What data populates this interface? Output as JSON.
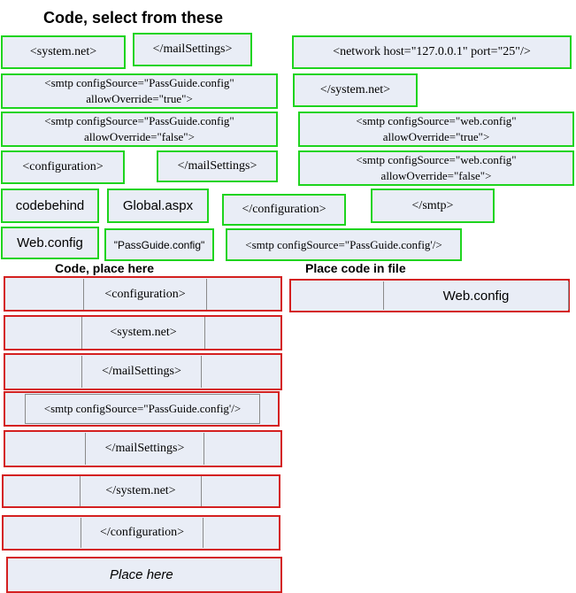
{
  "headings": {
    "source": "Code, select from these",
    "answer": "Code, place here",
    "file": "Place code in file"
  },
  "source_items": [
    "<system.net>",
    "</mailSettings>",
    "<network host=\"127.0.0.1\" port=\"25\"/>",
    "<smtp configSource=\"PassGuide.config\"\nallowOverride=\"true\">",
    "</system.net>",
    "<smtp configSource=\"PassGuide.config\"\nallowOverride=\"false\">",
    "<smtp configSource=\"web.config\"\nallowOverride=\"true\">",
    "<configuration>",
    "</mailSettings>",
    "<smtp configSource=\"web.config\"\nallowOverride=\"false\">",
    "codebehind",
    "Global.aspx",
    "</configuration>",
    "</smtp>",
    "Web.config",
    "\"PassGuide.config\"",
    "<smtp configSource=\"PassGuide.config'/>"
  ],
  "answer_slots": [
    "<configuration>",
    "<system.net>",
    "</mailSettings>",
    "<smtp configSource=\"PassGuide.config'/>",
    "</mailSettings>",
    "</system.net>",
    "</configuration>"
  ],
  "answer_placeholder": "Place here",
  "file_slot": "Web.config",
  "colors": {
    "source_border": "#1ed41e",
    "target_border": "#d42020",
    "fill": "#e9edf6"
  }
}
